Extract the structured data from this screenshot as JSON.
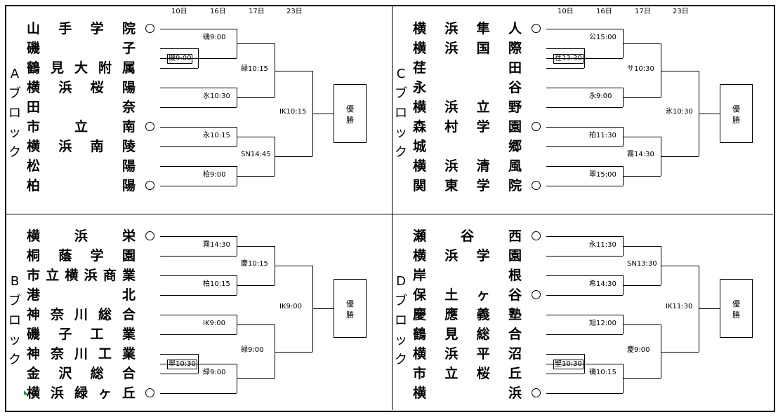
{
  "dates": [
    "10日",
    "16日",
    "17日",
    "23日"
  ],
  "winner_label": [
    "優",
    "勝"
  ],
  "blocks": {
    "A": {
      "title": [
        "A",
        "ブ",
        "ロ",
        "ッ",
        "ク"
      ],
      "teams": [
        [
          "山",
          "手",
          "学",
          "院"
        ],
        [
          "磯",
          "子"
        ],
        [
          "鶴",
          "見",
          "大",
          "附",
          "属"
        ],
        [
          "横",
          "浜",
          "桜",
          "陽"
        ],
        [
          "田",
          "奈"
        ],
        [
          "市",
          "立",
          "南"
        ],
        [
          "横",
          "浜",
          "南",
          "陵"
        ],
        [
          "松",
          "陽"
        ],
        [
          "柏",
          "陽"
        ]
      ],
      "r1": [
        "磯9:00"
      ],
      "r2": [
        "磯9:00",
        "氷10:30",
        "永10:15",
        "柏9:00"
      ],
      "r3": [
        "緑10:15",
        "SN14:45"
      ],
      "final": "IK10:15"
    },
    "B": {
      "title": [
        "B",
        "ブ",
        "ロ",
        "ッ",
        "ク"
      ],
      "teams": [
        [
          "横",
          "浜",
          "栄"
        ],
        [
          "桐",
          "蔭",
          "学",
          "園"
        ],
        [
          "市",
          "立",
          "横",
          "浜",
          "商",
          "業"
        ],
        [
          "港",
          "北"
        ],
        [
          "神",
          "奈",
          "川",
          "総",
          "合"
        ],
        [
          "磯",
          "子",
          "工",
          "業"
        ],
        [
          "神",
          "奈",
          "川",
          "工",
          "業"
        ],
        [
          "金",
          "沢",
          "総",
          "合"
        ],
        [
          "横",
          "浜",
          "緑",
          "ヶ",
          "丘"
        ]
      ],
      "r1": [
        "翠10:30"
      ],
      "r2": [
        "霧14:30",
        "柏10:15",
        "IK9:00",
        "緑9:00"
      ],
      "r3": [
        "慶10:15",
        "緑9:00"
      ],
      "final": "IK9:00"
    },
    "C": {
      "title": [
        "C",
        "ブ",
        "ロ",
        "ッ",
        "ク"
      ],
      "teams": [
        [
          "横",
          "浜",
          "隼",
          "人"
        ],
        [
          "横",
          "浜",
          "国",
          "際"
        ],
        [
          "荏",
          "田"
        ],
        [
          "永",
          "谷"
        ],
        [
          "横",
          "浜",
          "立",
          "野"
        ],
        [
          "森",
          "村",
          "学",
          "園"
        ],
        [
          "城",
          "郷"
        ],
        [
          "横",
          "浜",
          "清",
          "風"
        ],
        [
          "関",
          "東",
          "学",
          "院"
        ]
      ],
      "r1": [
        "荏13:30"
      ],
      "r2": [
        "公15:00",
        "永9:00",
        "柏11:30",
        "翠15:00"
      ],
      "r3": [
        "サ10:30",
        "霧14:30"
      ],
      "final": "氷10:30"
    },
    "D": {
      "title": [
        "D",
        "ブ",
        "ロ",
        "ッ",
        "ク"
      ],
      "teams": [
        [
          "瀬",
          "谷",
          "西"
        ],
        [
          "横",
          "浜",
          "学",
          "園"
        ],
        [
          "岸",
          "根"
        ],
        [
          "保",
          "土",
          "ヶ",
          "谷"
        ],
        [
          "慶",
          "應",
          "義",
          "塾"
        ],
        [
          "鶴",
          "見",
          "総",
          "合"
        ],
        [
          "横",
          "浜",
          "平",
          "沼"
        ],
        [
          "市",
          "立",
          "桜",
          "丘"
        ],
        [
          "横",
          "浜"
        ]
      ],
      "r1": [
        "聖10:30"
      ],
      "r2": [
        "永11:30",
        "希14:30",
        "旭12:00",
        "磯10:15"
      ],
      "r3": [
        "SN13:30",
        "慶9:00"
      ],
      "final": "IK11:30"
    }
  }
}
